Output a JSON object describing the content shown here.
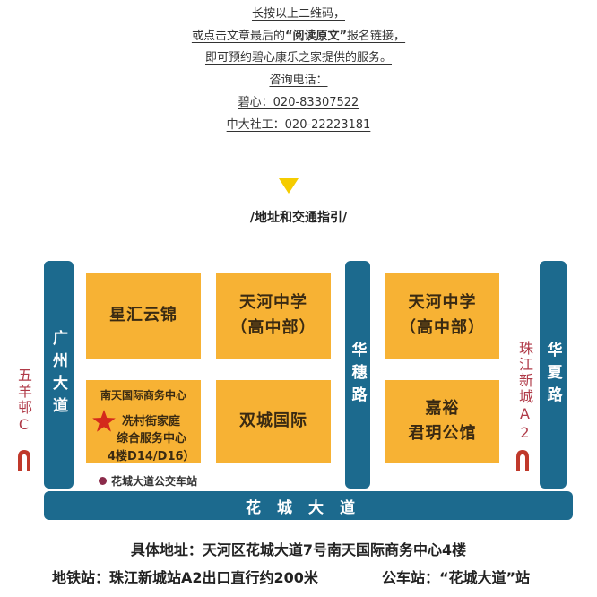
{
  "intro": {
    "line1": "长按以上二维码，",
    "line2_pre": "或点击文章最后的",
    "line2_bold": "“阅读原文”",
    "line2_post": "报名链接，",
    "line3": "即可预约碧心康乐之家提供的服务。",
    "line4": "咨询电话：",
    "line5": "碧心：020-83307522",
    "line6": "中大社工：020-22223181"
  },
  "section_title": "/地址和交通指引/",
  "map": {
    "roads": {
      "guangzhou": "广州大道",
      "huasui": "华穗路",
      "huaxia": "华夏路",
      "huacheng": "花城大道"
    },
    "blocks": {
      "xinghui": "星汇云锦",
      "tianhe1_line1": "天河中学",
      "tianhe1_line2": "（高中部）",
      "tianhe2_line1": "天河中学",
      "tianhe2_line2": "（高中部）",
      "shuangcheng": "双城国际",
      "jiayu_line1": "嘉裕",
      "jiayu_line2": "君玥公馆"
    },
    "main_block": {
      "top": "南天国际商务中心",
      "l1": "冼村街家庭",
      "l2": "综合服务中心",
      "l3": "4楼D14/D16）"
    },
    "left_label": "五羊邨C",
    "right_label": "珠江新城A2",
    "bus_stop": "花城大道公交车站"
  },
  "footer": {
    "address": "具体地址：天河区花城大道7号南天国际商务中心4楼",
    "metro_pre": "地铁站：珠江新城站A2出口直行约200米",
    "bus_pre": "公车站：“花城大道”站"
  },
  "colors": {
    "road": "#1c6a8e",
    "block": "#f7b234",
    "accent_red": "#b03a48",
    "triangle": "#f5cc00"
  }
}
